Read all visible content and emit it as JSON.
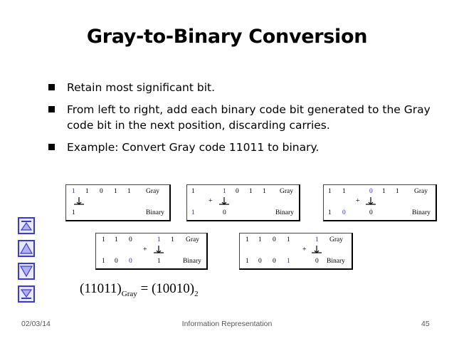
{
  "title": "Gray-to-Binary Conversion",
  "bullets": [
    "Retain most significant bit.",
    "From left to right, add each binary code bit generated to the Gray code bit in the next position, discarding carries.",
    "Example: Convert Gray code 11011 to binary."
  ],
  "panels": [
    {
      "gray": [
        "1",
        "1",
        "0",
        "1",
        "1"
      ],
      "gray_label": "Gray",
      "binary": [
        "1",
        "",
        "",
        "",
        ""
      ],
      "binary_label": "Binary",
      "plus": ""
    },
    {
      "gray": [
        "1",
        "1",
        "0",
        "1",
        "1"
      ],
      "gray_label": "Gray",
      "binary": [
        "1",
        "0",
        "",
        "",
        ""
      ],
      "binary_label": "Binary",
      "plus": "+"
    },
    {
      "gray": [
        "1",
        "1",
        "0",
        "1",
        "1"
      ],
      "gray_label": "Gray",
      "binary": [
        "1",
        "0",
        "0",
        "",
        ""
      ],
      "binary_label": "Binary",
      "plus": "+"
    },
    {
      "gray": [
        "1",
        "1",
        "0",
        "1",
        "1"
      ],
      "gray_label": "Gray",
      "binary": [
        "1",
        "0",
        "0",
        "1",
        ""
      ],
      "binary_label": "Binary",
      "plus": "+"
    },
    {
      "gray": [
        "1",
        "1",
        "0",
        "1",
        "1"
      ],
      "gray_label": "Gray",
      "binary": [
        "1",
        "0",
        "0",
        "1",
        "0"
      ],
      "binary_label": "Binary",
      "plus": "+"
    }
  ],
  "formula": {
    "gray_value": "(11011)",
    "gray_sub": "Gray",
    "equals": " = ",
    "binary_value": "(10010)",
    "binary_sub": "2"
  },
  "nav_buttons": [
    {
      "icon": "first-slide-icon"
    },
    {
      "icon": "previous-slide-icon"
    },
    {
      "icon": "next-slide-icon"
    },
    {
      "icon": "last-slide-icon"
    }
  ],
  "footer": {
    "date": "02/03/14",
    "center": "Information Representation",
    "page": "45"
  },
  "colors": {
    "highlight": "#2b2bd6",
    "nav_border": "#3a3ad0",
    "nav_fill": "#e8e8ff"
  }
}
